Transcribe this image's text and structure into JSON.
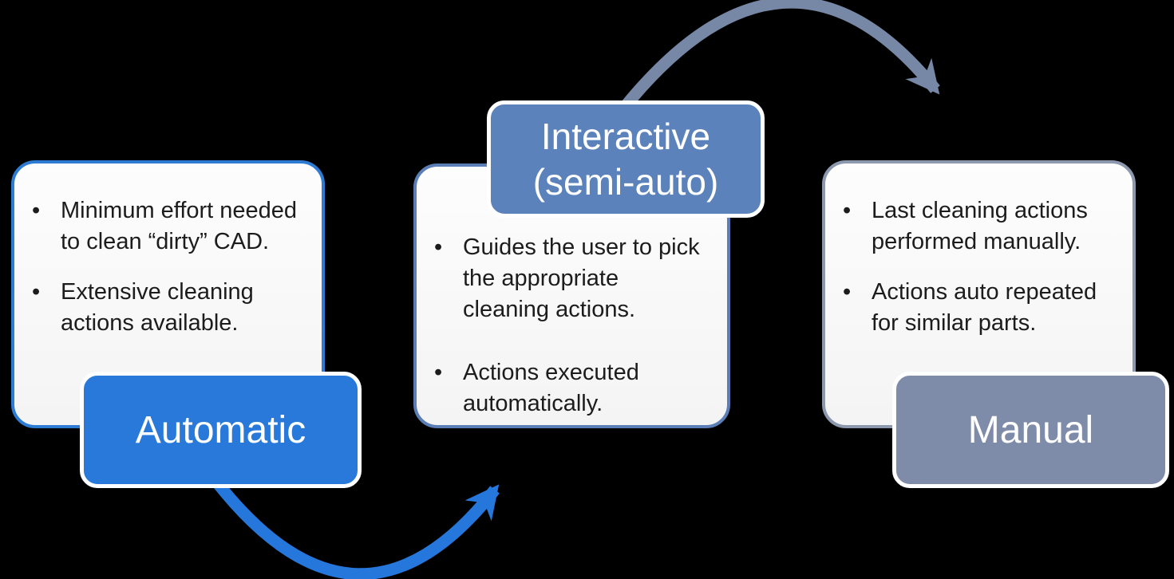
{
  "ui": {
    "bullet": "•"
  },
  "colors": {
    "background": "#000000",
    "bright_blue": "#2879d9",
    "bright_blue_border": "#2e7bd4",
    "steel_blue": "#5b82ba",
    "steel_blue_border": "#5a7eb5",
    "gray_blue": "#7e8ca9",
    "gray_blue_border": "#8c98ad",
    "arrow_blue": "#2677db",
    "arrow_gray": "#7688a6",
    "text": "#1c1c1c"
  },
  "cards": [
    {
      "label": "Automatic",
      "bullets": [
        [
          "Minimum effort needed",
          "to clean “dirty” CAD."
        ],
        [
          "Extensive cleaning",
          "actions available."
        ]
      ]
    },
    {
      "label_line1": "Interactive",
      "label_line2": "(semi-auto)",
      "bullets": [
        [
          "Guides the user to pick",
          "the appropriate",
          "cleaning actions."
        ],
        [
          "Actions executed",
          "automatically."
        ]
      ]
    },
    {
      "label": "Manual",
      "bullets": [
        [
          "Last cleaning actions",
          "performed manually."
        ],
        [
          "Actions auto repeated",
          "for similar parts."
        ]
      ]
    }
  ],
  "arrows": [
    {
      "from": "Automatic",
      "to": "Interactive (semi-auto)",
      "color": "#2677db"
    },
    {
      "from": "Interactive (semi-auto)",
      "to": "Manual",
      "color": "#7688a6"
    }
  ]
}
